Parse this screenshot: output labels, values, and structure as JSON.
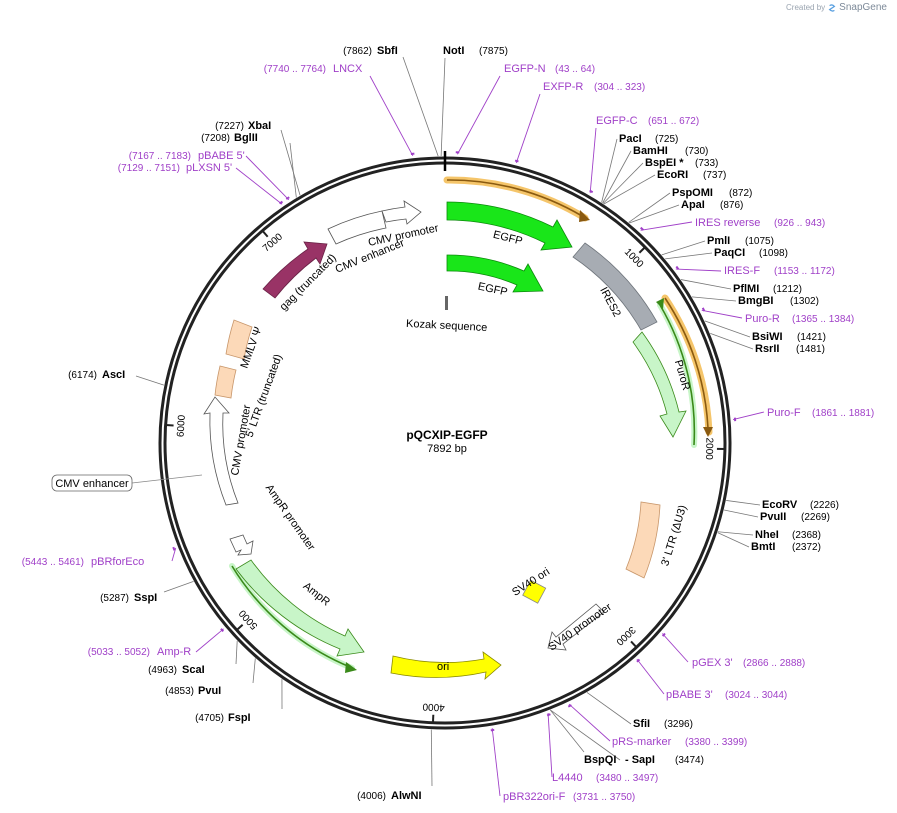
{
  "credit": {
    "prefix": "Created by",
    "brand": "SnapGene"
  },
  "plasmid": {
    "name": "pQCXIP-EGFP",
    "size_label": "7892 bp",
    "length": 7892
  },
  "ticks": [
    {
      "pos": 1000,
      "label": "1000"
    },
    {
      "pos": 2000,
      "label": "2000"
    },
    {
      "pos": 3000,
      "label": "3000"
    },
    {
      "pos": 4000,
      "label": "4000"
    },
    {
      "pos": 5000,
      "label": "5000"
    },
    {
      "pos": 6000,
      "label": "6000"
    },
    {
      "pos": 7000,
      "label": "7000"
    }
  ],
  "sites": [
    {
      "name": "SbfI",
      "num": "(7862)",
      "pos": 7862,
      "side": "left"
    },
    {
      "name": "NotI",
      "num": "(7875)",
      "pos": 7875,
      "side": "right"
    },
    {
      "name": "PacI",
      "num": "(725)",
      "pos": 725,
      "side": "right"
    },
    {
      "name": "BamHI",
      "num": "(730)",
      "pos": 730,
      "side": "right"
    },
    {
      "name": "BspEI *",
      "num": "(733)",
      "pos": 733,
      "side": "right"
    },
    {
      "name": "EcoRI",
      "num": "(737)",
      "pos": 737,
      "side": "right"
    },
    {
      "name": "PspOMI",
      "num": "(872)",
      "pos": 872,
      "side": "right"
    },
    {
      "name": "ApaI",
      "num": "(876)",
      "pos": 876,
      "side": "right"
    },
    {
      "name": "PmlI",
      "num": "(1075)",
      "pos": 1075,
      "side": "right"
    },
    {
      "name": "PaqCI",
      "num": "(1098)",
      "pos": 1098,
      "side": "right"
    },
    {
      "name": "PflMI",
      "num": "(1212)",
      "pos": 1212,
      "side": "right"
    },
    {
      "name": "BmgBI",
      "num": "(1302)",
      "pos": 1302,
      "side": "right"
    },
    {
      "name": "BsiWI",
      "num": "(1421)",
      "pos": 1421,
      "side": "right"
    },
    {
      "name": "RsrII",
      "num": "(1481)",
      "pos": 1481,
      "side": "right"
    },
    {
      "name": "EcoRV",
      "num": "(2226)",
      "pos": 2226,
      "side": "right"
    },
    {
      "name": "PvuII",
      "num": "(2269)",
      "pos": 2269,
      "side": "right"
    },
    {
      "name": "NheI",
      "num": "(2368)",
      "pos": 2368,
      "side": "right"
    },
    {
      "name": "BmtI",
      "num": "(2372)",
      "pos": 2372,
      "side": "right"
    },
    {
      "name": "SfiI",
      "num": "(3296)",
      "pos": 3296,
      "side": "right"
    },
    {
      "name": "BspQI",
      "num": "",
      "pos": 3474,
      "side": "right"
    },
    {
      "name": "- SapI",
      "num": "(3474)",
      "pos": 3474,
      "side": "right"
    },
    {
      "name": "AlwNI",
      "num": "(4006)",
      "pos": 4006,
      "side": "left"
    },
    {
      "name": "FspI",
      "num": "(4705)",
      "pos": 4705,
      "side": "left"
    },
    {
      "name": "PvuI",
      "num": "(4853)",
      "pos": 4853,
      "side": "left"
    },
    {
      "name": "ScaI",
      "num": "(4963)",
      "pos": 4963,
      "side": "left"
    },
    {
      "name": "SspI",
      "num": "(5287)",
      "pos": 5287,
      "side": "left"
    },
    {
      "name": "AscI",
      "num": "(6174)",
      "pos": 6174,
      "side": "left"
    },
    {
      "name": "BglII",
      "num": "(7208)",
      "pos": 7208,
      "side": "left"
    },
    {
      "name": "XbaI",
      "num": "(7227)",
      "pos": 7227,
      "side": "left"
    }
  ],
  "primers": [
    {
      "name": "LNCX",
      "range": "(7740 .. 7764)",
      "side": "left"
    },
    {
      "name": "EGFP-N",
      "range": "(43 .. 64)",
      "side": "right"
    },
    {
      "name": "EXFP-R",
      "range": "(304 .. 323)",
      "side": "right"
    },
    {
      "name": "EGFP-C",
      "range": "(651 .. 672)",
      "side": "right"
    },
    {
      "name": "IRES reverse",
      "range": "(926 .. 943)",
      "side": "right"
    },
    {
      "name": "IRES-F",
      "range": "(1153 .. 1172)",
      "side": "right"
    },
    {
      "name": "Puro-R",
      "range": "(1365 .. 1384)",
      "side": "right"
    },
    {
      "name": "Puro-F",
      "range": "(1861 .. 1881)",
      "side": "right"
    },
    {
      "name": "pGEX 3'",
      "range": "(2866 .. 2888)",
      "side": "right"
    },
    {
      "name": "pBABE 3'",
      "range": "(3024 .. 3044)",
      "side": "right"
    },
    {
      "name": "pRS-marker",
      "range": "(3380 .. 3399)",
      "side": "right"
    },
    {
      "name": "L4440",
      "range": "(3480 .. 3497)",
      "side": "right"
    },
    {
      "name": "pBR322ori-F",
      "range": "(3731 .. 3750)",
      "side": "right"
    },
    {
      "name": "Amp-R",
      "range": "(5033 .. 5052)",
      "side": "left"
    },
    {
      "name": "pBRforEco",
      "range": "(5443 .. 5461)",
      "side": "left"
    },
    {
      "name": "pLXSN 5'",
      "range": "(7129 .. 7151)",
      "side": "left"
    },
    {
      "name": "pBABE 5'",
      "range": "(7167 .. 7183)",
      "side": "left"
    }
  ],
  "features": {
    "egfp_outer": "EGFP",
    "egfp_inner": "EGFP",
    "kozak": "Kozak sequence",
    "ires2": "IRES2",
    "puror": "PuroR",
    "ltr3": "3' LTR (ΔU3)",
    "sv40_ori": "SV40 ori",
    "sv40_promoter": "SV40 promoter",
    "ori": "ori",
    "ampr": "AmpR",
    "ampr_promoter": "AmpR promoter",
    "cmv_enhancer_box": "CMV enhancer",
    "cmv_promoter_left": "CMV promoter",
    "ltr5": "5' LTR (truncated)",
    "mmlv_psi": "MMLV Ψ",
    "gag": "gag (truncated)",
    "cmv_enhancer_top": "CMV enhancer",
    "cmv_promoter_top": "CMV promoter"
  },
  "colors": {
    "backbone": "#222222",
    "egfp": "#19e619",
    "ires": "#a7acb3",
    "puror": "#c8f5c8",
    "ltr": "#fcd9b8",
    "sv40_ori": "#ffff00",
    "ori": "#ffff00",
    "gag": "#993366",
    "primer": "#a040c8",
    "orf_orange": "#f0a020",
    "orf_green": "#3a8a1a"
  }
}
